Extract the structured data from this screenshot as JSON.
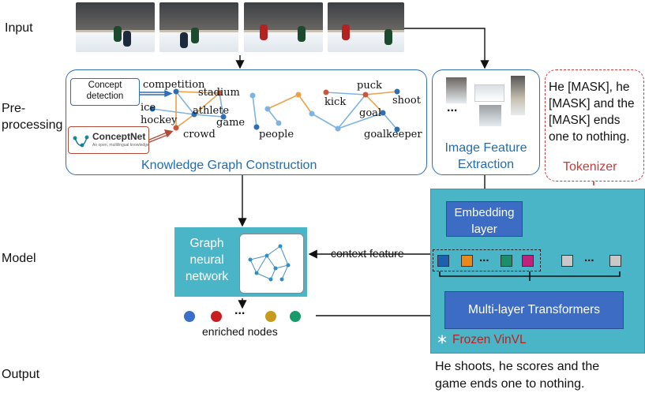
{
  "row_labels": {
    "input": "Input",
    "preprocessing": "Pre-\nprocessing",
    "model": "Model",
    "output": "Output"
  },
  "kg": {
    "title": "Knowledge Graph Construction",
    "concept_detection": "Concept\ndetection",
    "conceptnet_name": "ConceptNet",
    "conceptnet_tagline": "An open, multilingual knowledge",
    "words": {
      "competition": "competition",
      "stadium": "stadium",
      "ice_hockey": "ice\nhockey",
      "athlete": "athlete",
      "game": "game",
      "crowd": "crowd",
      "people": "people",
      "kick": "kick",
      "puck": "puck",
      "shoot": "shoot",
      "goal": "goal",
      "goalkeeper": "goalkeeper"
    }
  },
  "image_feature": {
    "title": "Image Feature\nExtraction",
    "ellipsis": "..."
  },
  "masked_text": {
    "text": "He [MASK], he\n[MASK] and the\n[MASK] ends\none to nothing.",
    "tokenizer": "Tokenizer"
  },
  "gnn": {
    "label": "Graph\nneural\nnetwork"
  },
  "context_feature": "context feature",
  "enriched_nodes": {
    "label": "enriched nodes",
    "ellipsis": "...",
    "colors": [
      "#3b6fc9",
      "#c81d1d",
      "#c89a1c",
      "#189a6a"
    ]
  },
  "vinvl": {
    "embedding": "Embedding\nlayer",
    "transformers": "Multi-layer Transformers",
    "frozen": "Frozen VinVL",
    "token_colors": [
      "#1d5fb0",
      "#e8891a",
      "#1a8f6a",
      "#c0217a",
      "#c8c8c8",
      "#c8c8c8"
    ],
    "ellipsis": "..."
  },
  "output_text": "He shoots, he scores and the\ngame ends one to nothing.",
  "colors": {
    "kg_blue": "#2e6fb2",
    "teal": "#4bb5c8",
    "dark_blue": "#3c6cc4",
    "red": "#c93a3a",
    "orange_edge": "#e8a24a"
  },
  "icons": {
    "frozen": "snowflake-icon",
    "conceptnet": "conceptnet-logo"
  }
}
